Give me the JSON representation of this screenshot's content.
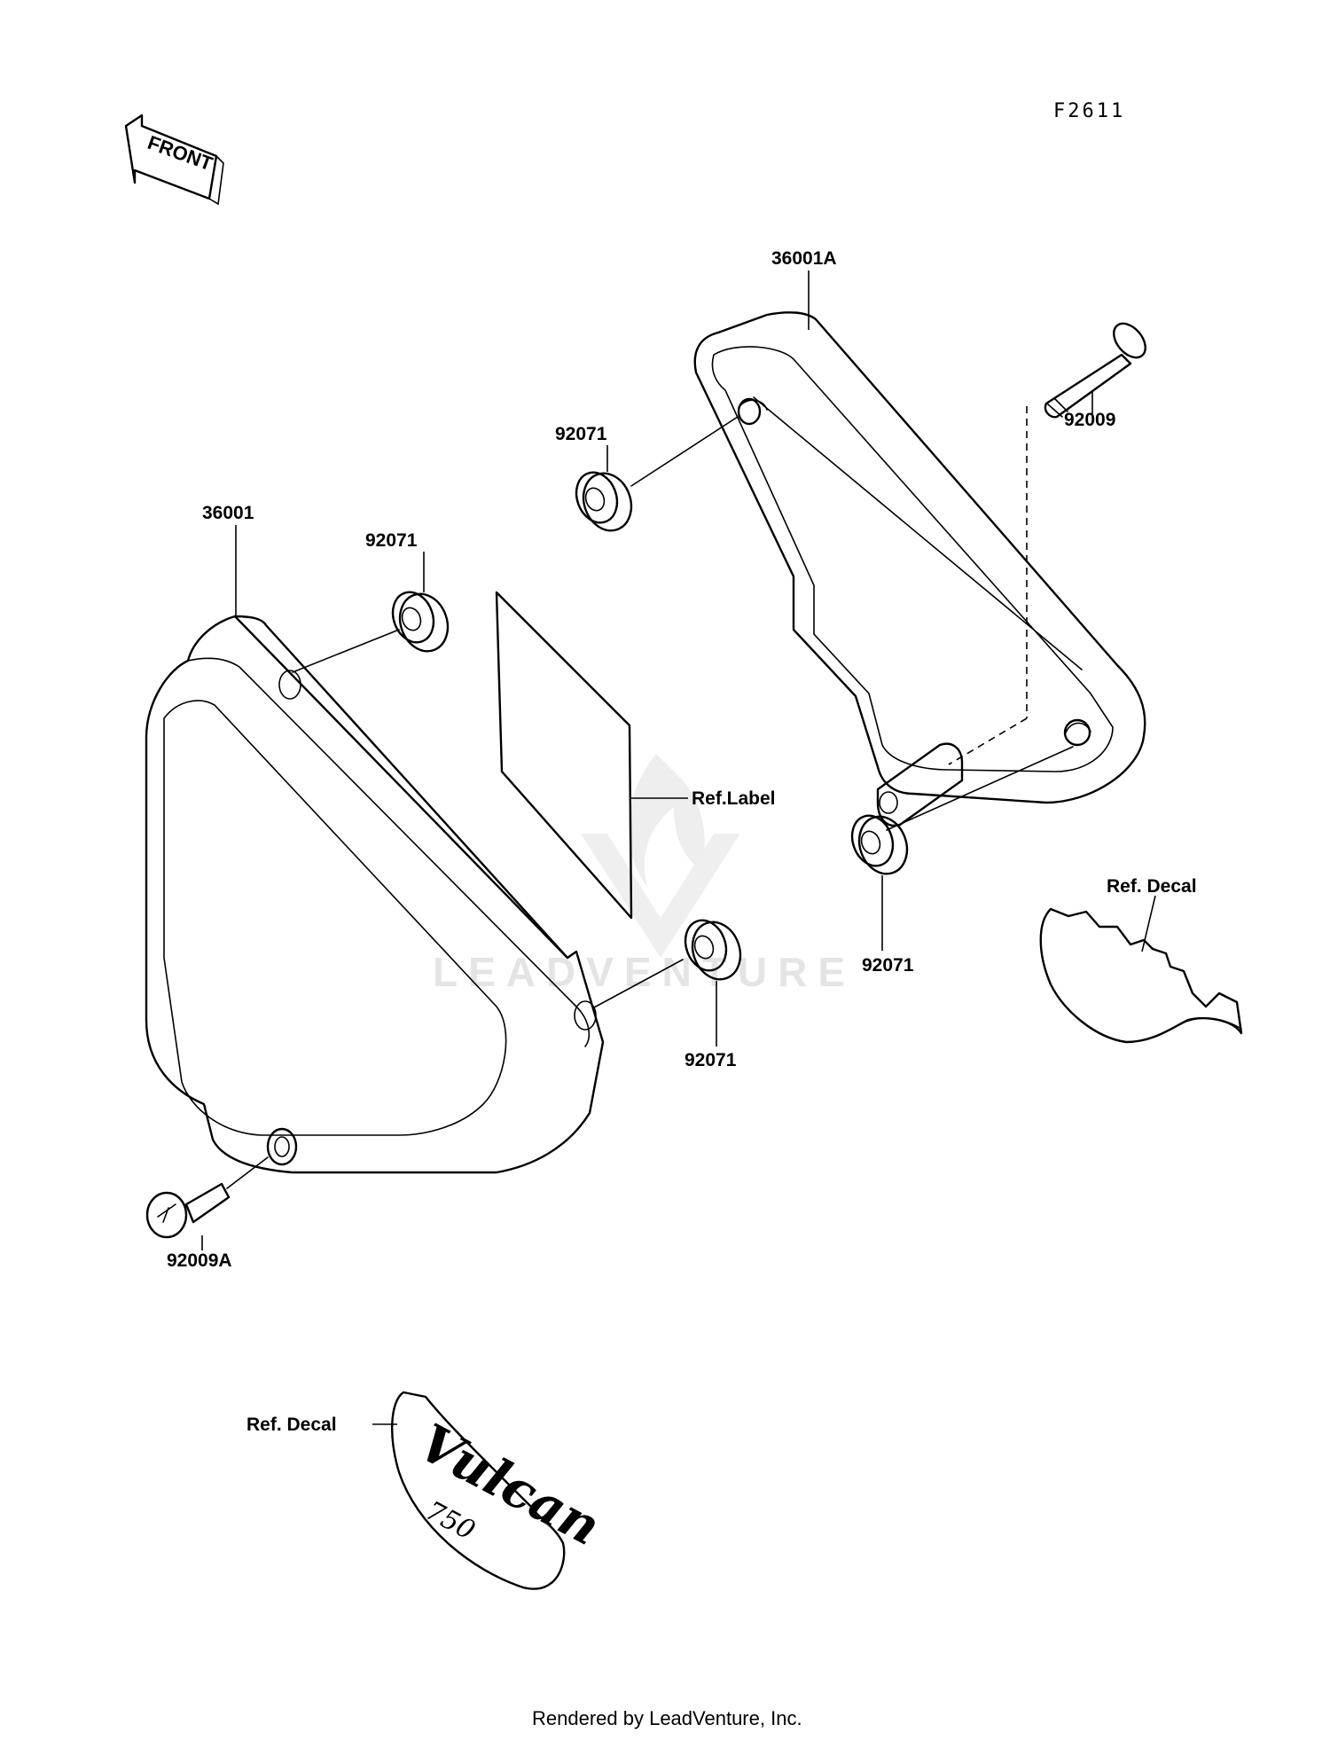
{
  "figure_code": "F2611",
  "front_label": "FRONT",
  "labels": {
    "cover_left": "36001",
    "cover_right": "36001A",
    "grommet_left_top": "92071",
    "grommet_left_bottom": "92071",
    "grommet_right_top": "92071",
    "grommet_right_bottom": "92071",
    "bolt_right": "92009",
    "bolt_left": "92009A",
    "ref_label": "Ref.Label",
    "ref_decal_right": "Ref. Decal",
    "ref_decal_bottom": "Ref. Decal"
  },
  "decal_text": "Vulcan",
  "decal_sub": "750",
  "watermark": "LEADVENTURE",
  "footer": "Rendered by LeadVenture, Inc.",
  "colors": {
    "ink": "#000000",
    "watermark": "#e4e4e4"
  }
}
